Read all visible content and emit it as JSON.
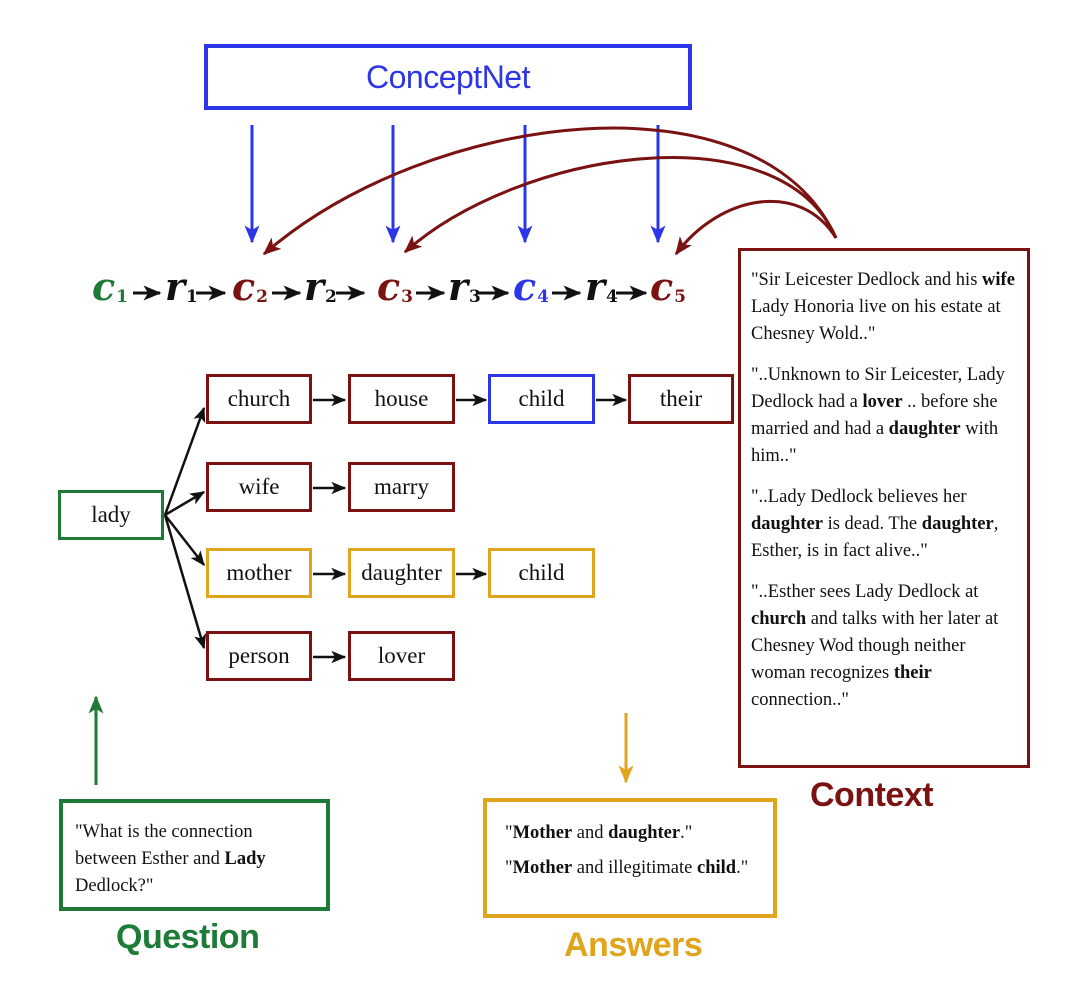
{
  "conceptnet": {
    "label": "ConceptNet",
    "color": "#2d35e8"
  },
  "chain": {
    "symbols": [
      {
        "base": "c",
        "sub": "1",
        "color": "#1d7a37"
      },
      {
        "base": "r",
        "sub": "1",
        "color": "#111111"
      },
      {
        "base": "c",
        "sub": "2",
        "color": "#7a1212"
      },
      {
        "base": "r",
        "sub": "2",
        "color": "#111111"
      },
      {
        "base": "c",
        "sub": "3",
        "color": "#7a1212"
      },
      {
        "base": "r",
        "sub": "3",
        "color": "#111111"
      },
      {
        "base": "c",
        "sub": "4",
        "color": "#2d35e8"
      },
      {
        "base": "r",
        "sub": "4",
        "color": "#111111"
      },
      {
        "base": "c",
        "sub": "5",
        "color": "#7a1212"
      }
    ]
  },
  "graph": {
    "root": "lady",
    "paths": [
      {
        "nodes": [
          "church",
          "house",
          "child",
          "their"
        ],
        "colors": [
          "dark-red",
          "dark-red",
          "blue",
          "dark-red"
        ]
      },
      {
        "nodes": [
          "wife",
          "marry"
        ],
        "colors": [
          "dark-red",
          "dark-red"
        ]
      },
      {
        "nodes": [
          "mother",
          "daughter",
          "child"
        ],
        "colors": [
          "gold",
          "gold",
          "gold"
        ]
      },
      {
        "nodes": [
          "person",
          "lover"
        ],
        "colors": [
          "dark-red",
          "dark-red"
        ]
      }
    ]
  },
  "context": {
    "label": "Context",
    "color": "#7a1212",
    "paragraphs": [
      [
        {
          "t": "\"Sir Leicester Dedlock and his "
        },
        {
          "t": "wife",
          "b": true
        },
        {
          "t": " Lady Honoria live on his estate at Chesney Wold..\""
        }
      ],
      [
        {
          "t": "\"..Unknown to Sir Leicester, Lady Dedlock had a "
        },
        {
          "t": "lover",
          "b": true
        },
        {
          "t": " .. before she married and had a "
        },
        {
          "t": "daughter",
          "b": true
        },
        {
          "t": " with him..\""
        }
      ],
      [
        {
          "t": "\"..Lady Dedlock believes her "
        },
        {
          "t": "daughter",
          "b": true
        },
        {
          "t": " is dead. The "
        },
        {
          "t": "daughter",
          "b": true
        },
        {
          "t": ", Esther, is in fact alive..\""
        }
      ],
      [
        {
          "t": "\"..Esther sees Lady Dedlock at "
        },
        {
          "t": "church",
          "b": true
        },
        {
          "t": " and talks with her later at Chesney Wod though neither woman recognizes "
        },
        {
          "t": "their",
          "b": true
        },
        {
          "t": " connection..\""
        }
      ]
    ]
  },
  "question": {
    "label": "Question",
    "color": "#1d7a37",
    "text": [
      {
        "t": "\"What is the connection between Esther and "
      },
      {
        "t": "Lady",
        "b": true
      },
      {
        "t": " Dedlock?\""
      }
    ]
  },
  "answers": {
    "label": "Answers",
    "color": "#e0a51c",
    "items": [
      [
        {
          "t": "\""
        },
        {
          "t": "Mother",
          "b": true
        },
        {
          "t": " and "
        },
        {
          "t": "daughter",
          "b": true
        },
        {
          "t": ".\""
        }
      ],
      [
        {
          "t": "\""
        },
        {
          "t": "Mother",
          "b": true
        },
        {
          "t": " and illegitimate "
        },
        {
          "t": "child",
          "b": true
        },
        {
          "t": ".\""
        }
      ]
    ]
  },
  "colors": {
    "dark-red": "#7a1212",
    "blue": "#2d35e8",
    "gold": "#e0a51c",
    "green": "#1d7a37",
    "black": "#111111"
  }
}
